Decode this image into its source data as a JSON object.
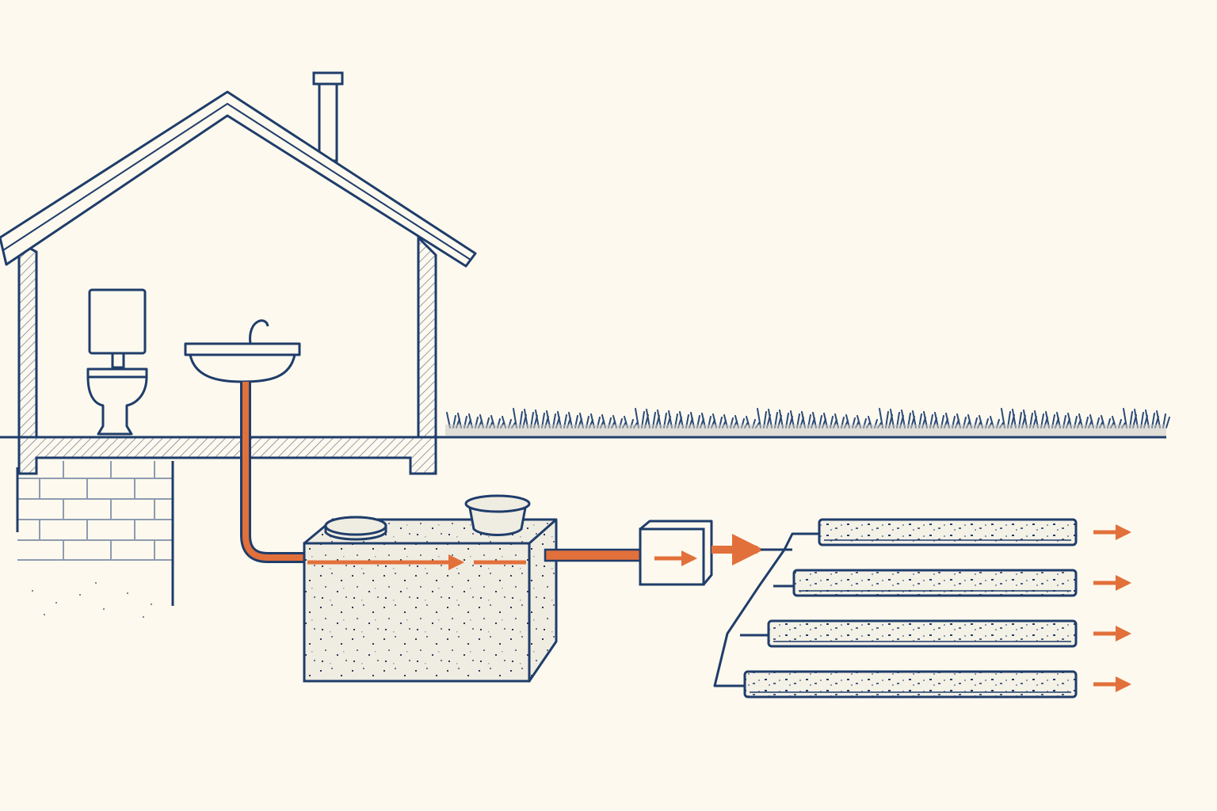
{
  "colors": {
    "background": "#fdf9ee",
    "outline": "#1f3d6b",
    "flow": "#e2703a",
    "concrete": "#efece1",
    "grass": "#2a4a78"
  },
  "diagram": {
    "type": "septic-system-cross-section",
    "components": [
      {
        "id": "house",
        "icon": "house-icon"
      },
      {
        "id": "chimney",
        "icon": "chimney-icon"
      },
      {
        "id": "toilet",
        "icon": "toilet-icon"
      },
      {
        "id": "sink",
        "icon": "sink-icon"
      },
      {
        "id": "foundation",
        "icon": "brick-foundation-icon"
      },
      {
        "id": "ground",
        "icon": "grass-icon"
      },
      {
        "id": "septic-tank",
        "icon": "septic-tank-icon",
        "access_lids": 2
      },
      {
        "id": "distribution-box",
        "icon": "distribution-box-icon"
      },
      {
        "id": "drain-field",
        "icon": "drain-field-icon",
        "lateral_count": 4
      }
    ],
    "flow": [
      "sink",
      "septic-tank",
      "distribution-box",
      "drain-field"
    ]
  }
}
